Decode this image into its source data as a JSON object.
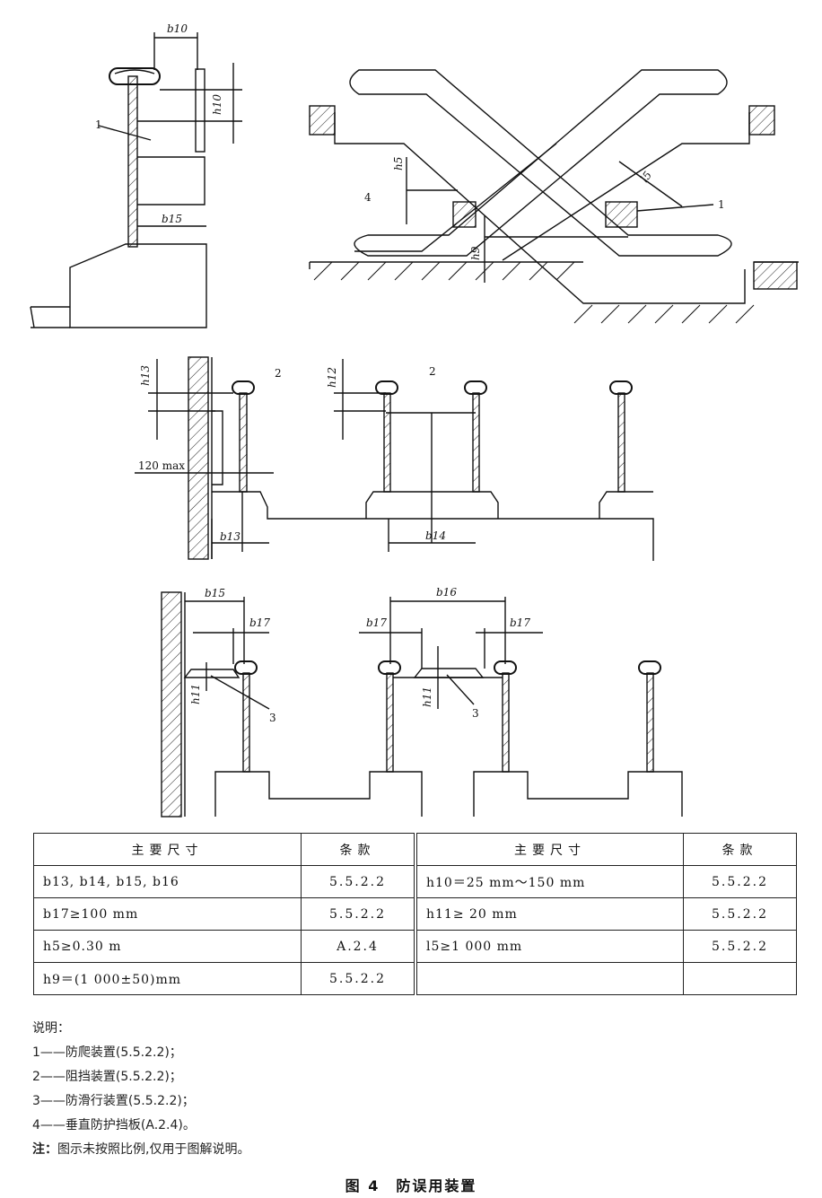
{
  "labels": {
    "b10": "b10",
    "h10": "h10",
    "b15": "b15",
    "h5": "h5",
    "h9": "h9",
    "l5": "l5",
    "h13": "h13",
    "h12": "h12",
    "max120": "120 max",
    "b13": "b13",
    "b14": "b14",
    "b16": "b16",
    "b17": "b17",
    "h11": "h11",
    "n1": "1",
    "n2": "2",
    "n3": "3",
    "n4": "4"
  },
  "table": {
    "header_left": "主要尺寸",
    "header_left_clause": "条款",
    "header_right": "主要尺寸",
    "header_right_clause": "条款",
    "rows": [
      {
        "left": "b13, b14, b15, b16",
        "left_clause": "5.5.2.2",
        "right": "h10＝25 mm～150 mm",
        "right_clause": "5.5.2.2"
      },
      {
        "left": "b17≥100 mm",
        "left_clause": "5.5.2.2",
        "right": "h11≥ 20 mm",
        "right_clause": "5.5.2.2"
      },
      {
        "left": "h5≥0.30 m",
        "left_clause": "A.2.4",
        "right": "l5≥1 000 mm",
        "right_clause": "5.5.2.2"
      },
      {
        "left": "h9＝(1 000±50)mm",
        "left_clause": "5.5.2.2",
        "right": "",
        "right_clause": ""
      }
    ]
  },
  "notes": {
    "title": "说明：",
    "items": [
      "1——防爬装置(5.5.2.2)；",
      "2——阻挡装置(5.5.2.2)；",
      "3——防滑行装置(5.5.2.2)；",
      "4——垂直防护挡板(A.2.4)。"
    ],
    "note_label": "注：",
    "note_text": "图示未按照比例,仅用于图解说明。"
  },
  "caption": "图 4　防误用装置"
}
